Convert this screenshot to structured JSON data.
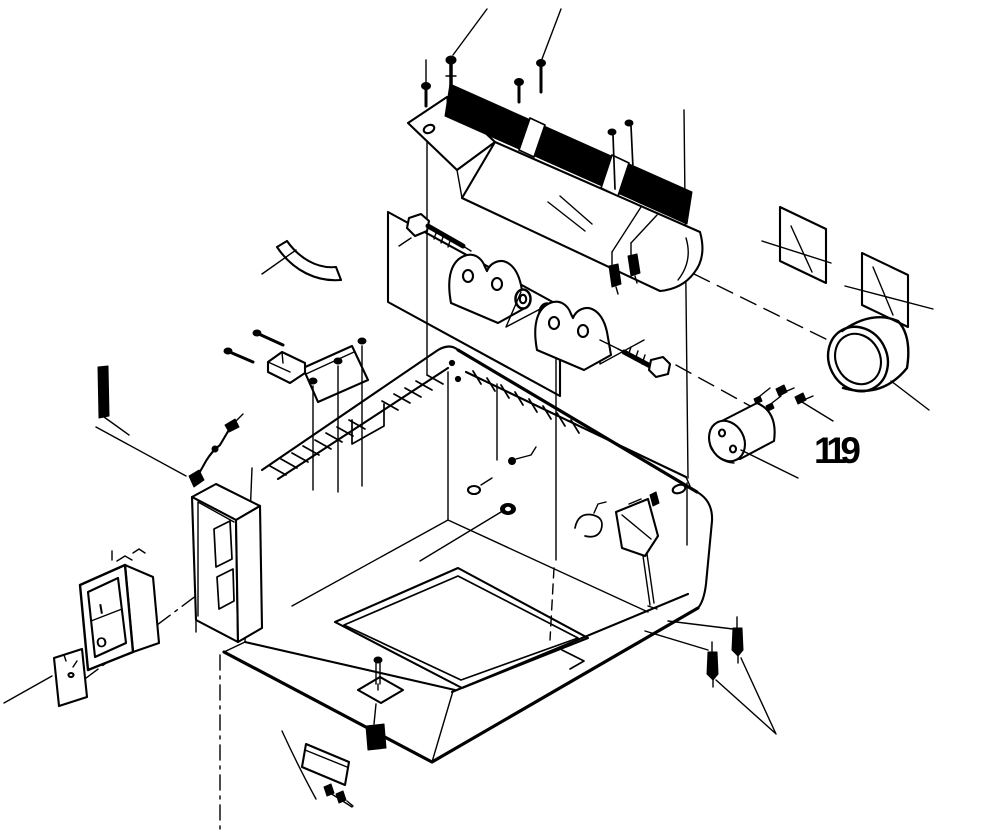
{
  "figure": {
    "description": "exploded parts diagram of machine housing",
    "background_color": "#ffffff",
    "line_color": "#000000",
    "callout": {
      "text": "119"
    },
    "switch": {
      "on_symbol": "I",
      "off_symbol": "O"
    }
  }
}
